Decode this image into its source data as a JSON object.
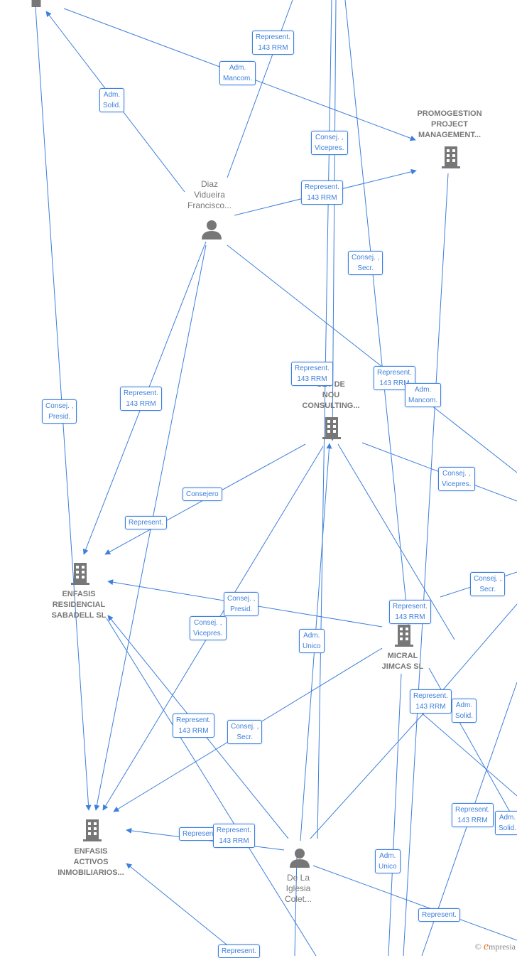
{
  "nodes": {
    "promogestion": {
      "name": "PROMOGESTION\nPROJECT\nMANAGEMENT..."
    },
    "diaz": {
      "name": "Diaz\nVidueira\nFrancisco..."
    },
    "set_de_nou": {
      "name": "SET DE\nNOU\nCONSULTING..."
    },
    "enfasis_residencial": {
      "name": "ENFASIS\nRESIDENCIAL\nSABADELL  SL"
    },
    "micral": {
      "name": "MICRAL\nJIMCAS SL"
    },
    "enfasis_activos": {
      "name": "ENFASIS\nACTIVOS\nINMOBILIARIOS..."
    },
    "de_la_iglesia": {
      "name": "De La\nIglesia\nColet..."
    }
  },
  "edge_labels": [
    "Represent.\n143 RRM",
    "Adm.\nMancom.",
    "Adm.\nSolid.",
    "Consej. ,\nVicepres.",
    "Represent.\n143 RRM",
    "Consej. ,\nSecr.",
    "Represent.\n143 RRM",
    "Represent.\n143 RRM",
    "Adm.\nMancom.",
    "Consej. ,\nPresid.",
    "Represent.\n143 RRM",
    "Consej. ,\nVicepres.",
    "Consejero",
    "Represent.",
    "Consej. ,\nSecr.",
    "Consej. ,\nPresid.",
    "Represent.\n143 RRM",
    "Consej. ,\nVicepres.",
    "Adm.\nUnico",
    "Represent.\n143 RRM",
    "Adm.\nSolid.",
    "Represent.\n143 RRM",
    "Consej. ,\nSecr.",
    "Represent.",
    "Represent.\n143 RRM",
    "Represent.\n143 RRM",
    "Adm.\nSolid.",
    "Adm.\nUnico",
    "Represent.",
    "Represent."
  ],
  "watermark": {
    "symbol": "©",
    "brand_initial": "e",
    "brand_rest": "mpresia"
  },
  "colors": {
    "edge": "#3d7fdc",
    "node_icon": "#777777",
    "label_text": "#3d7fdc",
    "brand": "#e87722"
  },
  "icons": {
    "company": "building-icon",
    "person": "person-icon"
  }
}
